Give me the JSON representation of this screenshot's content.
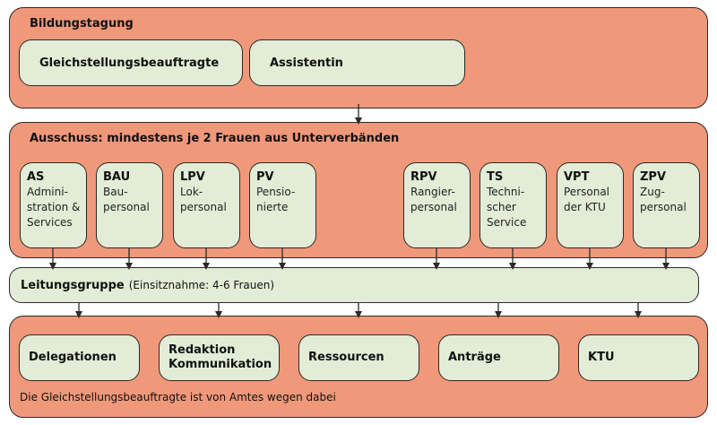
{
  "bildungstagung": {
    "title": "Bildungstagung",
    "boxes": [
      "Gleichstellungsbeauftragte",
      "Assistentin"
    ]
  },
  "ausschuss": {
    "title": "Ausschuss: mindestens je 2 Frauen aus Unterverbänden",
    "units": [
      {
        "abbr": "AS",
        "desc": "Admini-\nstration &\nServices"
      },
      {
        "abbr": "BAU",
        "desc": "Bau-\npersonal"
      },
      {
        "abbr": "LPV",
        "desc": "Lok-\npersonal"
      },
      {
        "abbr": "PV",
        "desc": "Pensio-\nnierte"
      },
      {
        "abbr": "RPV",
        "desc": "Rangier-\npersonal"
      },
      {
        "abbr": "TS",
        "desc": "Techni-\nscher\nService"
      },
      {
        "abbr": "VPT",
        "desc": "Personal\nder KTU"
      },
      {
        "abbr": "ZPV",
        "desc": "Zug-\npersonal"
      }
    ]
  },
  "leitungsgruppe": {
    "label": "Leitungsgruppe",
    "note": "(Einsitznahme: 4-6 Frauen)"
  },
  "bereiche": {
    "boxes": [
      "Delegationen",
      "Redaktion\nKommunikation",
      "Ressourcen",
      "Anträge",
      "KTU"
    ],
    "note": "Die Gleichstellungsbeauftragte ist von Amtes wegen dabei"
  },
  "colors": {
    "panel": "#f0987a",
    "box": "#e3ecd6",
    "stroke": "#2a2a2a"
  }
}
